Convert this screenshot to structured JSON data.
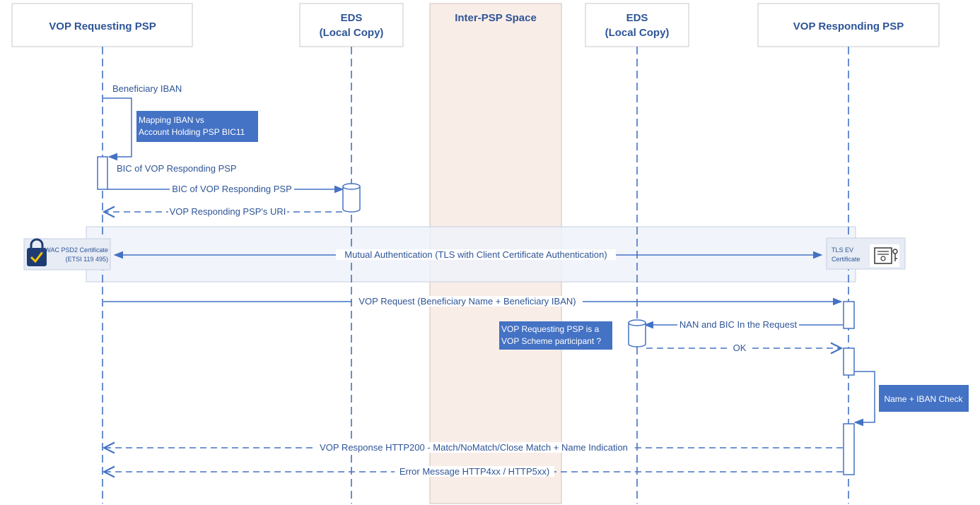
{
  "participants": {
    "requesting": "VOP Requesting PSP",
    "eds_left_line1": "EDS",
    "eds_left_line2": "(Local Copy)",
    "inter_psp": "Inter-PSP Space",
    "eds_right_line1": "EDS",
    "eds_right_line2": "(Local Copy)",
    "responding": "VOP Responding PSP"
  },
  "messages": {
    "beneficiary_iban": "Beneficiary IBAN",
    "bic_self": "BIC of VOP Responding PSP",
    "bic_to_eds": "BIC of VOP Responding PSP",
    "uri_reply": "VOP Responding PSP's URI",
    "mutual_auth": "Mutual Authentication (TLS with Client Certificate Authentication)",
    "vop_request": "VOP Request (Beneficiary Name + Beneficiary IBAN)",
    "nan_bic": "NAN and BIC In the Request",
    "ok": "OK",
    "vop_response": "VOP Response HTTP200 - Match/NoMatch/Close Match + Name Indication",
    "error_message": "Error Message HTTP4xx / HTTP5xx)"
  },
  "notes": {
    "mapping_line1": "Mapping IBAN vs",
    "mapping_line2": "Account Holding PSP BIC11",
    "participant_check_line1": "VOP Requesting PSP is a",
    "participant_check_line2": "VOP Scheme participant ?",
    "name_iban_check": "Name + IBAN Check"
  },
  "certificates": {
    "qwac_line1": "QWAC PSD2 Certificate",
    "qwac_line2": "(ETSI 119 495)",
    "tls_line1": "TLS EV",
    "tls_line2": "Certificate"
  },
  "icons": {
    "padlock": "padlock-check-icon",
    "certificate": "certificate-icon",
    "database": "database-icon"
  },
  "colors": {
    "primary": "#4472c4",
    "text": "#2e5597",
    "note_fill": "#4472c4",
    "inter_psp_band": "#f9ede8",
    "auth_band": "#eef2f9"
  }
}
